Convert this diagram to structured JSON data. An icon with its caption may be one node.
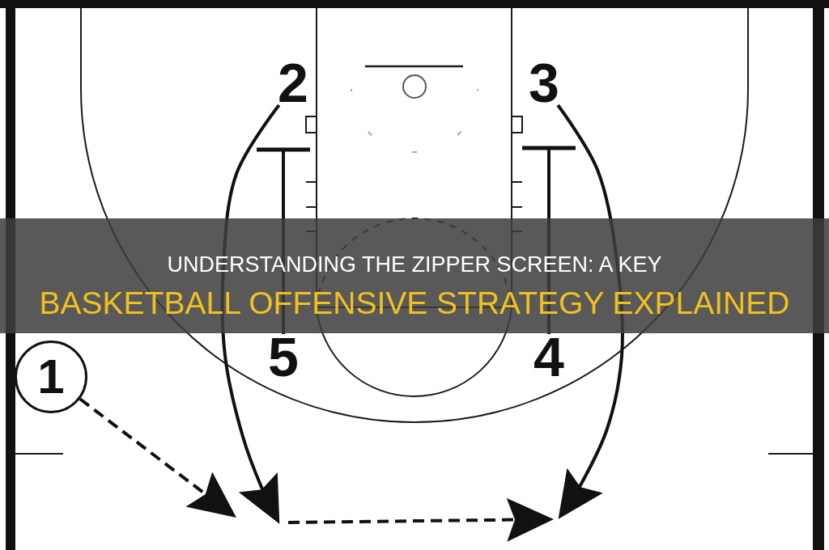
{
  "diagram": {
    "title": "UNDERSTANDING THE ZIPPER SCREEN: A KEY BASKETBALL OFFENSIVE STRATEGY EXPLAINED",
    "nodes": [
      {
        "text": [
          "2"
        ]
      },
      {
        "text": [
          "3"
        ]
      },
      {
        "text": [
          "5"
        ]
      },
      {
        "text": [
          "4"
        ]
      },
      {
        "text": [
          "1"
        ]
      }
    ],
    "edges": [
      {
        "from": 0,
        "to": null,
        "arrow": "to"
      },
      {
        "from": 1,
        "to": null,
        "arrow": "to"
      },
      {
        "from": 2,
        "to": null,
        "arrow": "other"
      },
      {
        "from": 3,
        "to": null,
        "arrow": "other"
      },
      {
        "from": 4,
        "to": null,
        "arrow": "to",
        "style": "dashed"
      }
    ]
  }
}
